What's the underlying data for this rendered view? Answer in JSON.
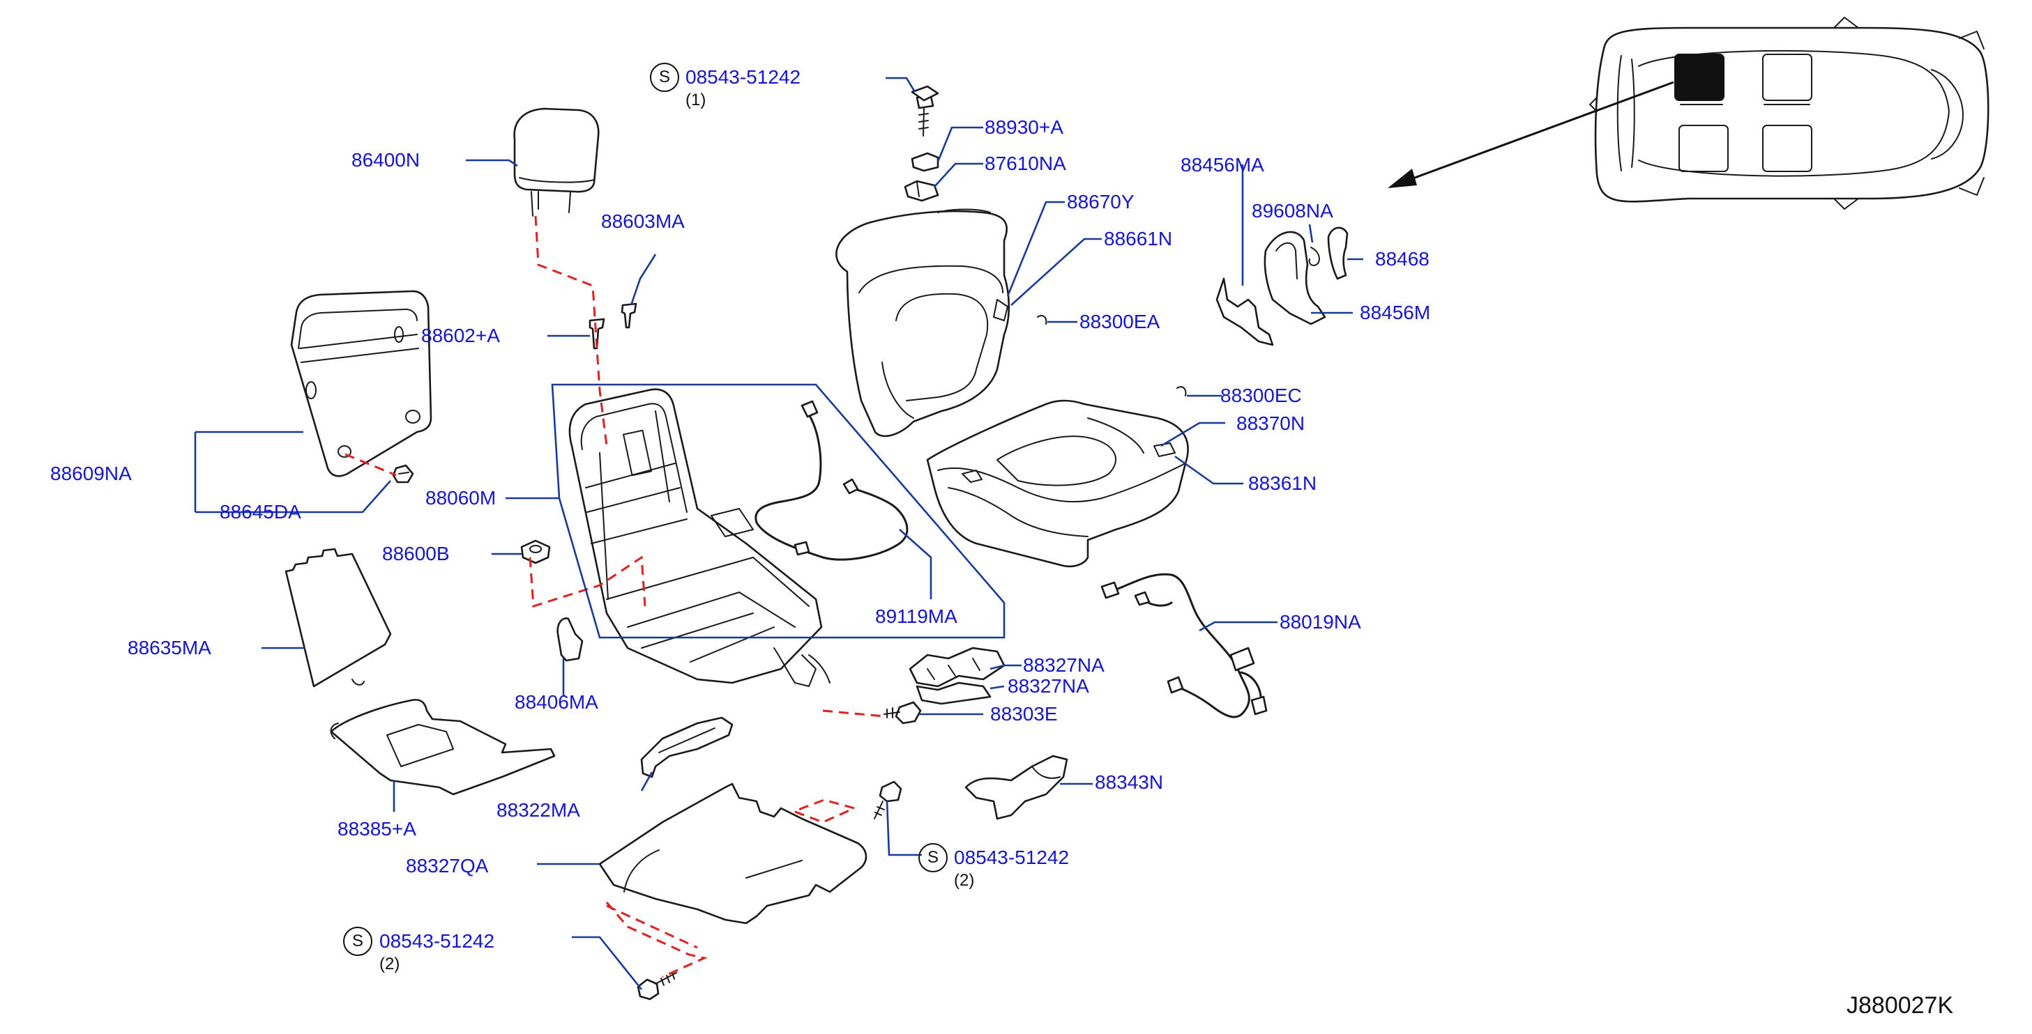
{
  "diagram_code": "J880027K",
  "standard_symbol": "S",
  "parts": {
    "p08543_top": {
      "number": "08543-51242",
      "qty": "(1)"
    },
    "p88930": "88930+A",
    "p87610": "87610NA",
    "p88670": "88670Y",
    "p88661": "88661N",
    "p88300EA": "88300EA",
    "p86400": "86400N",
    "p88603": "88603MA",
    "p88602": "88602+A",
    "p88609": "88609NA",
    "p88645": "88645DA",
    "p88060": "88060M",
    "p88600": "88600B",
    "p88635": "88635MA",
    "p88406": "88406MA",
    "p89119": "89119MA",
    "p88327NA_1": "88327NA",
    "p88327NA_2": "88327NA",
    "p88303": "88303E",
    "p88385": "88385+A",
    "p88322": "88322MA",
    "p88327QA": "88327QA",
    "p88343": "88343N",
    "p08543_mid": {
      "number": "08543-51242",
      "qty": "(2)"
    },
    "p08543_bot": {
      "number": "08543-51242",
      "qty": "(2)"
    },
    "p88456MA": "88456MA",
    "p89608": "89608NA",
    "p88468": "88468",
    "p88456M": "88456M",
    "p88300EC": "88300EC",
    "p88370": "88370N",
    "p88361": "88361N",
    "p88019": "88019NA"
  }
}
